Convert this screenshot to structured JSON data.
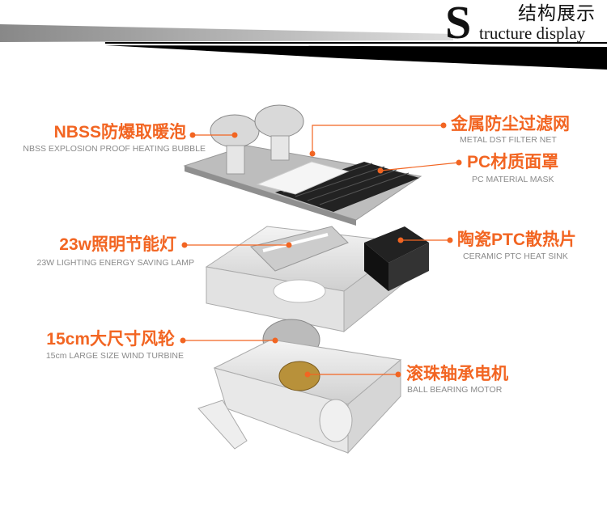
{
  "header": {
    "big_letter": "S",
    "title_cn": "结构展示",
    "title_en": "tructure display"
  },
  "accent_color": "#f26522",
  "callouts": [
    {
      "title": "NBSS防爆取暖泡",
      "subtitle": "NBSS EXPLOSION PROOF HEATING BUBBLE"
    },
    {
      "title": "23w照明节能灯",
      "subtitle": "23W LIGHTING ENERGY SAVING LAMP"
    },
    {
      "title": "15cm大尺寸风轮",
      "subtitle": "15cm LARGE SIZE WIND TURBINE"
    },
    {
      "title": "金属防尘过滤网",
      "subtitle": "METAL DST FILTER NET"
    },
    {
      "title": "PC材质面罩",
      "subtitle": "PC MATERIAL MASK"
    },
    {
      "title": "陶瓷PTC散热片",
      "subtitle": "CERAMIC PTC HEAT SINK"
    },
    {
      "title": "滚珠轴承电机",
      "subtitle": "BALL BEARING MOTOR"
    }
  ]
}
